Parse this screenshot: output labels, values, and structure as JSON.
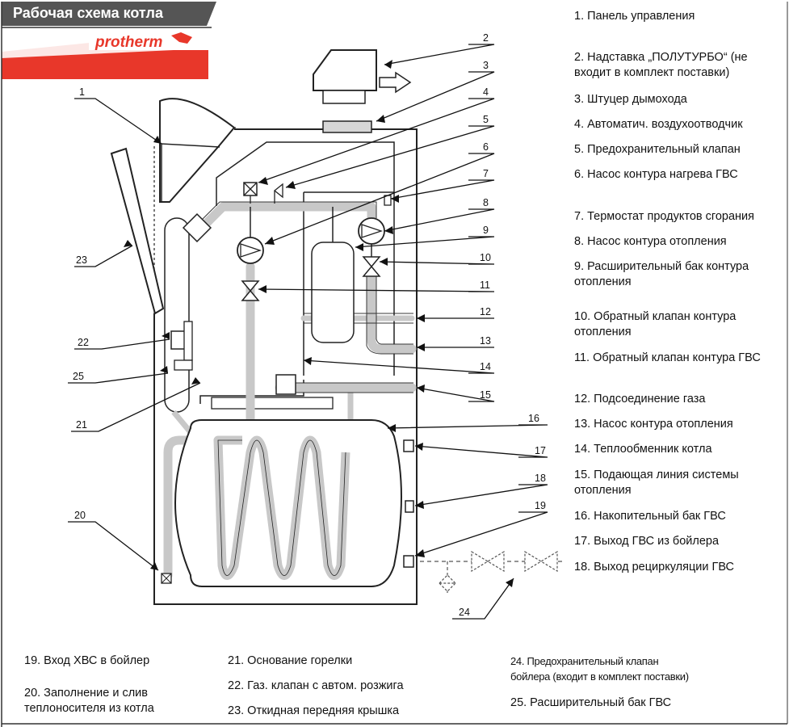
{
  "title": "Рабочая схема котла",
  "brand": "protherm",
  "colors": {
    "brand_red": "#e8372a",
    "pipe_gray": "#c8c8c8",
    "title_bg": "#555555"
  },
  "legend_right": [
    "1. Панель управления",
    "2. Надставка „ПОЛУТУРБО“ (не\nвходит в комплект поставки)",
    "3. Штуцер дымохода",
    "4. Автоматич. воздухоотводчик",
    "5. Предохранительный клапан",
    "6. Насос контура нагрева ГВС",
    "7. Термостат продуктов сгорания",
    "8. Насос контура отопления",
    "9. Расширительный бак контура\nотопления",
    "10. Обратный клапан контура\nотопления",
    "11. Обратный клапан контура ГВС",
    "12. Подсоединение газа",
    "13. Насос контура отопления",
    "14. Теплообменник котла",
    "15. Подающая линия системы\nотопления",
    "16. Накопительный бак ГВС",
    "17. Выход ГВС из бойлера",
    "18. Выход рециркуляции ГВС"
  ],
  "legend_bottom": [
    "19. Вход ХВС в бойлер",
    "20. Заполнение и слив\nтеплоносителя из котла",
    "21. Основание горелки",
    "22. Газ. клапан с автом. розжига",
    "23. Откидная передняя крышка",
    "24. Предохранительный клапан\nбойлера (входит в комплект поставки)",
    "25. Расширительный бак ГВС"
  ],
  "callouts": [
    "1",
    "2",
    "3",
    "4",
    "5",
    "6",
    "7",
    "8",
    "9",
    "10",
    "11",
    "12",
    "13",
    "14",
    "15",
    "16",
    "17",
    "18",
    "19",
    "20",
    "21",
    "22",
    "23",
    "24",
    "25"
  ]
}
